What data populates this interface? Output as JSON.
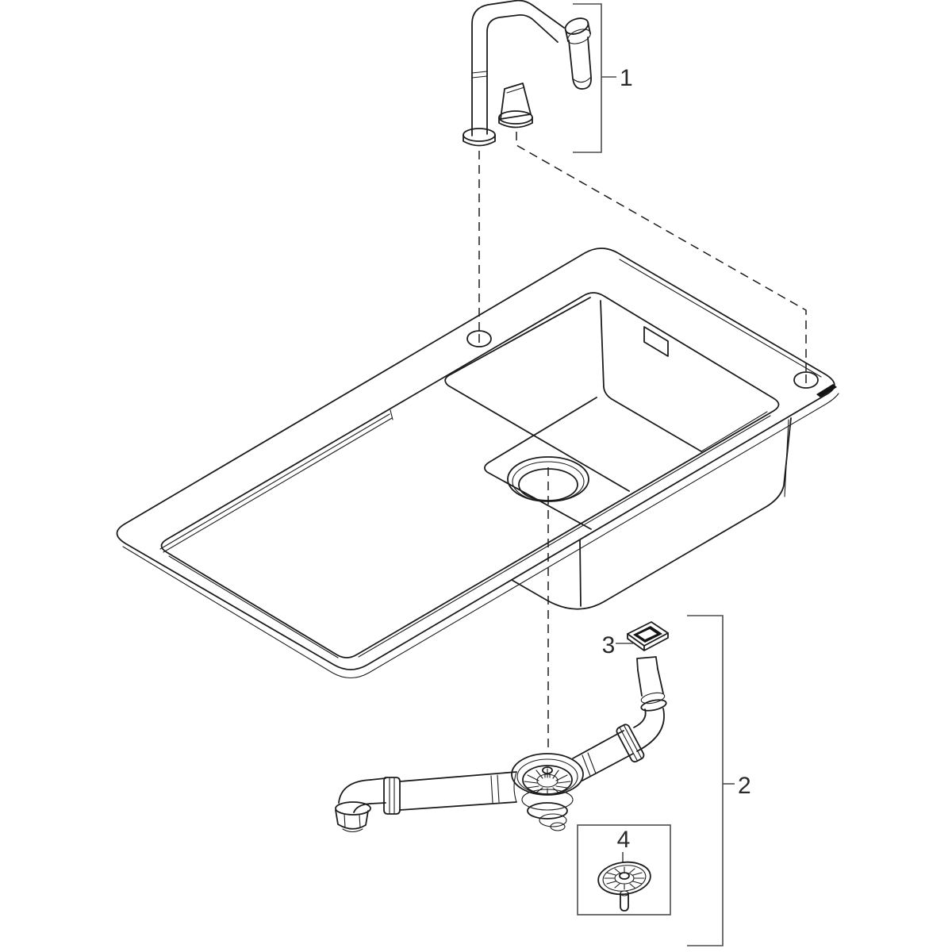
{
  "diagram": {
    "type": "exploded-parts-diagram",
    "subject": "kitchen sink with drainboard, mixer tap and waste drain set",
    "background": "#ffffff",
    "line_color": "#1c1c1c",
    "callout_color": "#4d4d4d",
    "callouts": {
      "faucet": "1",
      "drain_waste_set": "2",
      "overflow_connector": "3",
      "strainer_plug": "4"
    }
  }
}
